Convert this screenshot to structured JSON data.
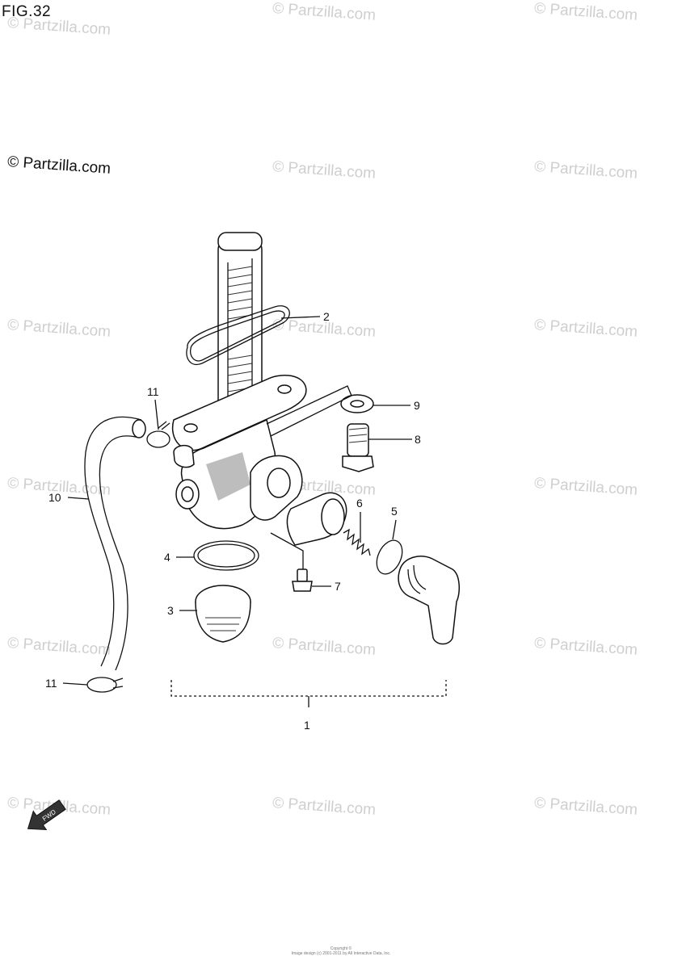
{
  "figure": {
    "title": "FIG.32",
    "copyright": "© Partzilla.com",
    "watermark": "© Partzilla.com",
    "footer_line1": "Copyright ©",
    "footer_line2": "Image design (c) 2001-2011 by All Interactive Data, Inc."
  },
  "callouts": [
    {
      "id": "1",
      "label": "1"
    },
    {
      "id": "2",
      "label": "2"
    },
    {
      "id": "3",
      "label": "3"
    },
    {
      "id": "4",
      "label": "4"
    },
    {
      "id": "5",
      "label": "5"
    },
    {
      "id": "6",
      "label": "6"
    },
    {
      "id": "7",
      "label": "7"
    },
    {
      "id": "8",
      "label": "8"
    },
    {
      "id": "9",
      "label": "9"
    },
    {
      "id": "10",
      "label": "10"
    },
    {
      "id": "11a",
      "label": "11"
    },
    {
      "id": "11b",
      "label": "11"
    }
  ],
  "direction_arrow": {
    "label": "FWD"
  }
}
